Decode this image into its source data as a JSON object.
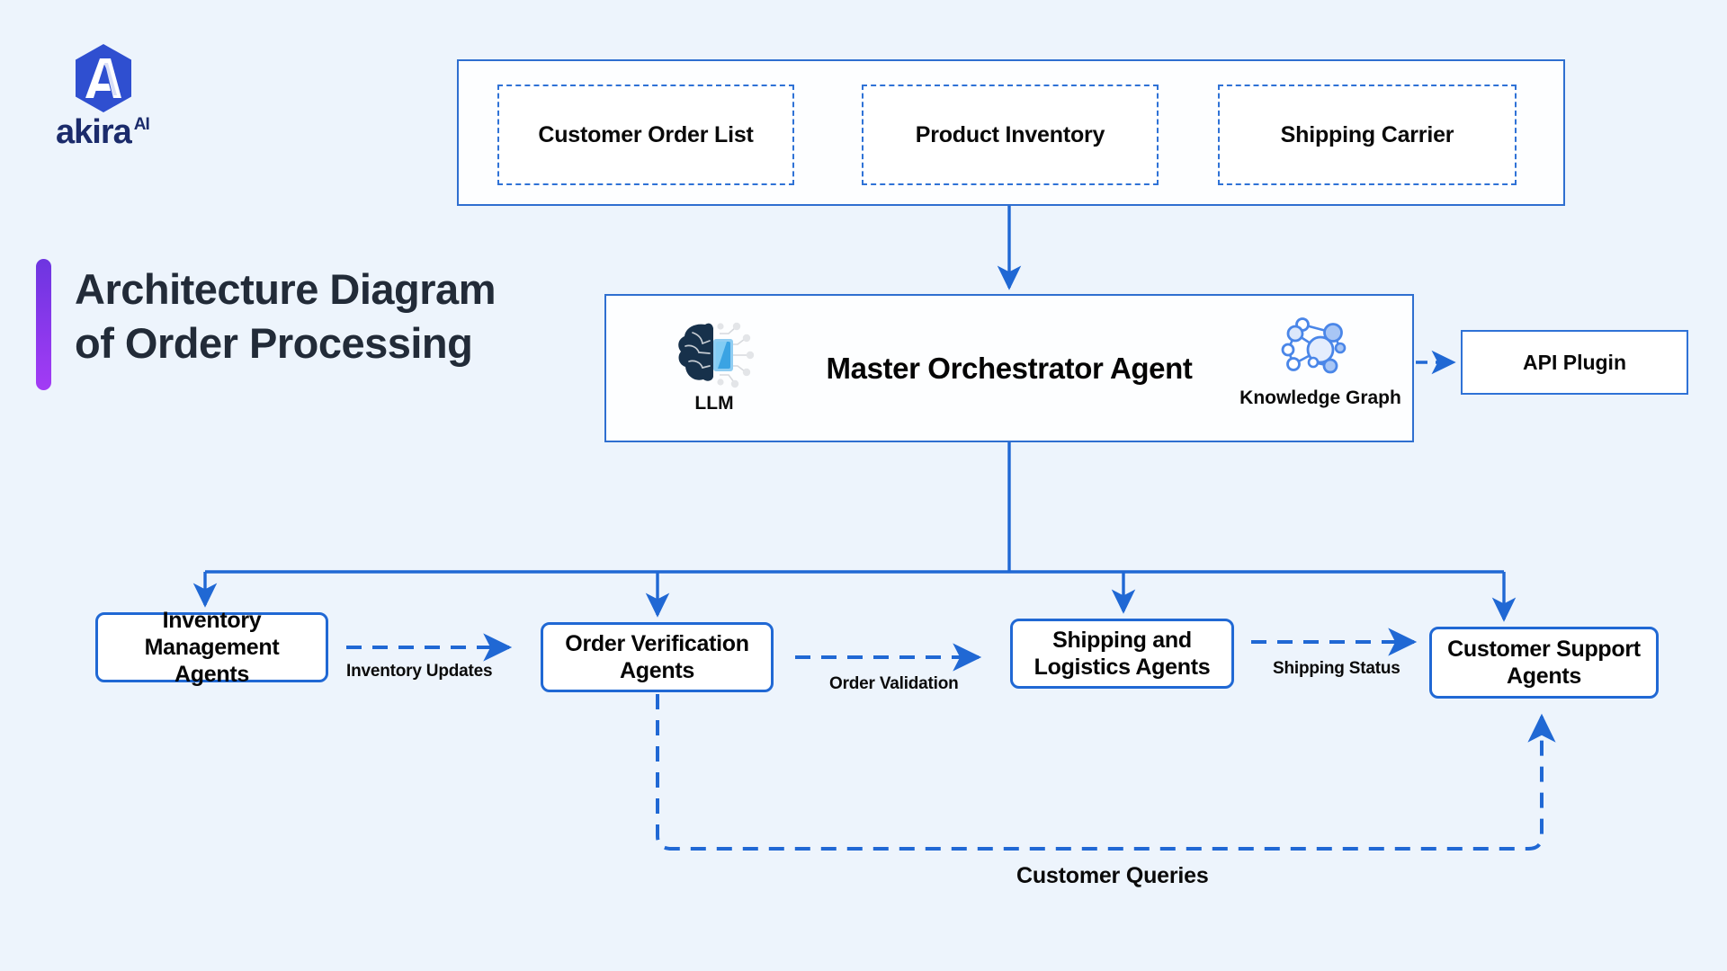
{
  "brand": {
    "name": "akira",
    "superscript": "AI",
    "hex_color": "#2f4fd0"
  },
  "heading": {
    "text": "Architecture Diagram\nof Order Processing",
    "accent_top_color": "#6d35e0",
    "accent_bottom_color": "#a33bf5"
  },
  "sources": {
    "boxes": [
      {
        "label": "Customer Order List"
      },
      {
        "label": "Product Inventory"
      },
      {
        "label": "Shipping Carrier"
      }
    ]
  },
  "orchestrator": {
    "title": "Master Orchestrator Agent",
    "llm_caption": "LLM",
    "knowledge_graph_caption": "Knowledge Graph",
    "llm_icon": "brain-chip-icon",
    "knowledge_graph_icon": "network-graph-icon"
  },
  "api_plugin": {
    "label": "API Plugin"
  },
  "agents": [
    {
      "label": "Inventory\nManagement Agents"
    },
    {
      "label": "Order Verification\nAgents"
    },
    {
      "label": "Shipping and\nLogistics Agents"
    },
    {
      "label": "Customer Support\nAgents"
    }
  ],
  "edges": [
    {
      "label": "Inventory Updates"
    },
    {
      "label": "Order Validation"
    },
    {
      "label": "Shipping Status"
    },
    {
      "label": "Customer Queries"
    }
  ],
  "colors": {
    "background": "#edf4fc",
    "primary_blue": "#2068d4",
    "border_blue": "#2f72d6",
    "title_navy": "#222b38"
  }
}
